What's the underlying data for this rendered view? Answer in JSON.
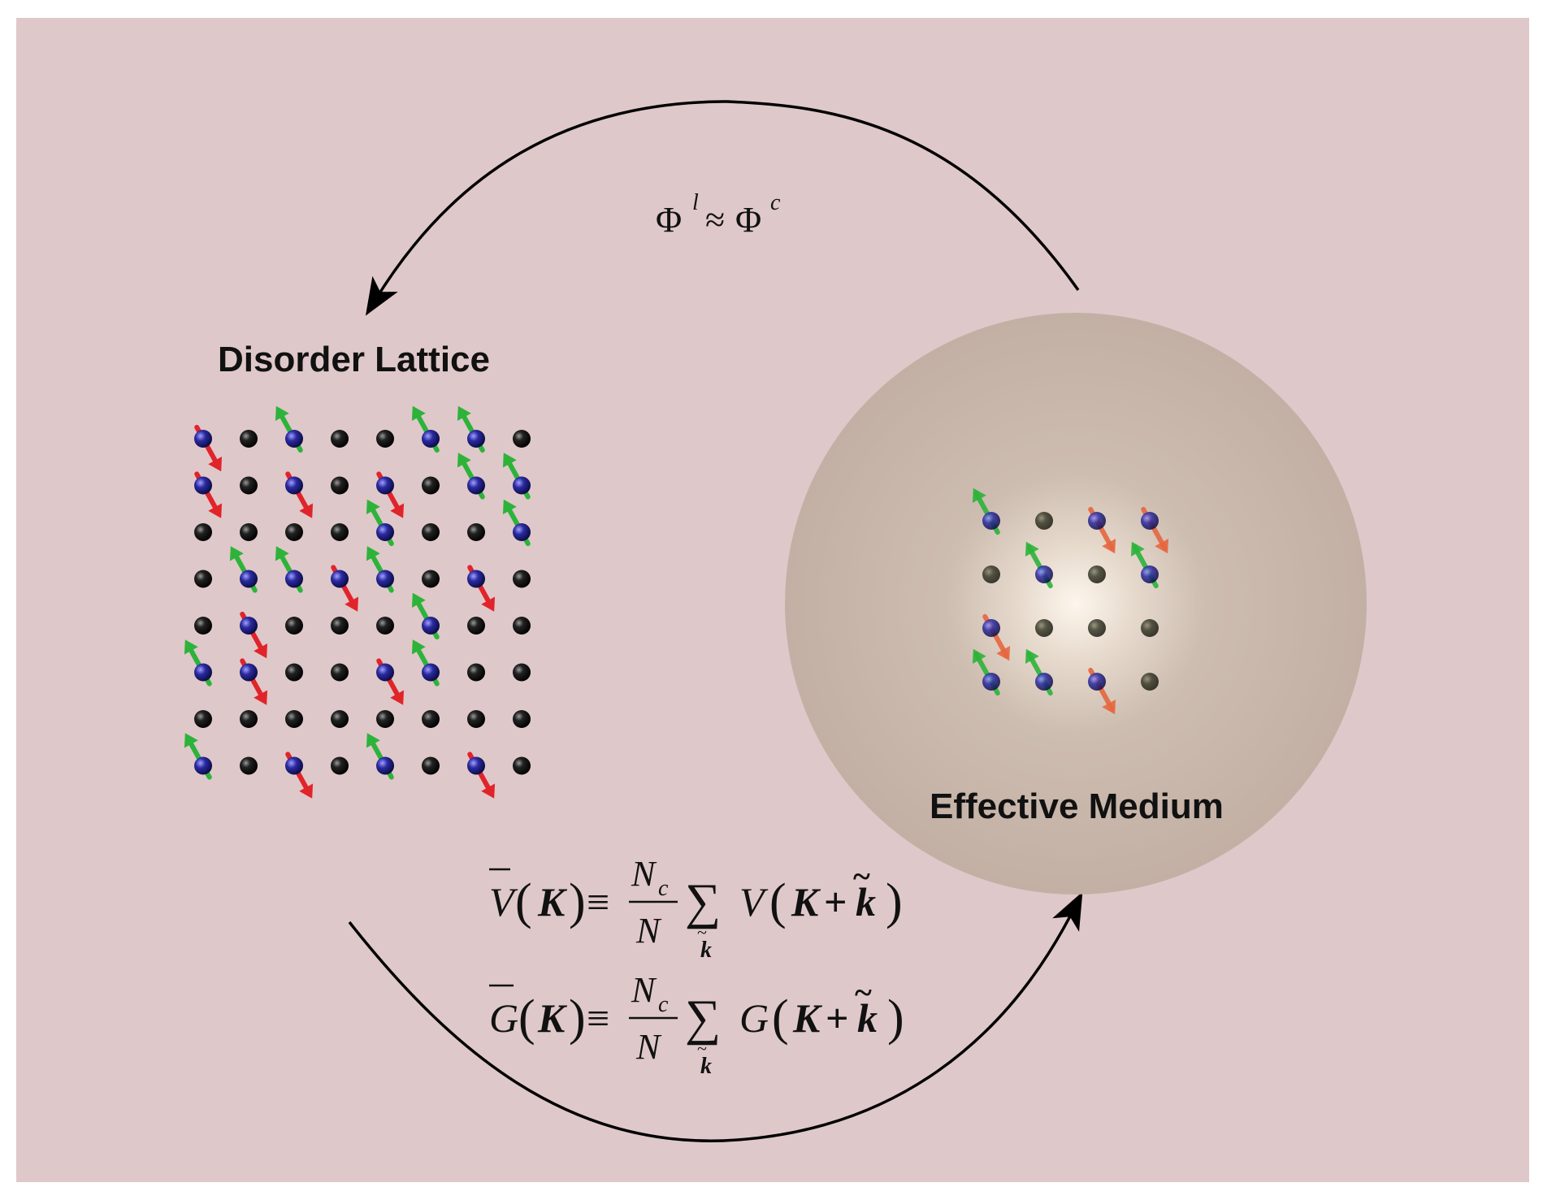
{
  "labels": {
    "disorder_lattice": "Disorder Lattice",
    "effective_medium": "Effective Medium"
  },
  "equations": {
    "phi_top": {
      "phi": "Φ",
      "sup_left": "l",
      "approx": "≈",
      "sup_right": "c"
    },
    "eq1": {
      "lhs": "V",
      "arg": "K",
      "equiv": "≡",
      "num": "N",
      "num_sub": "c",
      "den": "N",
      "sum": "∑",
      "sum_index": "k",
      "rhs": "V",
      "plus": "+",
      "k": "k"
    },
    "eq2": {
      "lhs": "G",
      "arg": "K",
      "equiv": "≡",
      "num": "N",
      "num_sub": "c",
      "den": "N",
      "sum": "∑",
      "sum_index": "k",
      "rhs": "G",
      "plus": "+",
      "k": "k"
    }
  },
  "colors": {
    "background": "#dfc8c9",
    "sphere": "#c6b4a8",
    "sphere_glow": "#fbf3ea",
    "atom_black": "#111111",
    "atom_blue": "#2a2a9a",
    "spin_green": "#2db33a",
    "spin_red": "#e0242a",
    "spin_orange": "#e5673f"
  },
  "lattice": {
    "rows": [
      "RBGBBGGB",
      "RBRBRBGG",
      "BBBBGBBG",
      "BGGRGBRB",
      "BRBBBGBB",
      "GRBBRGBB",
      "BBBBBBBB",
      "GBRBGBRB"
    ],
    "legend_codes": {
      "B": "atom",
      "G": "spin-up-atom",
      "R": "spin-down-atom"
    }
  },
  "medium_lattice": {
    "rows": [
      "G.RR",
      ".GDG",
      "R...",
      "GGR."
    ],
    "legend_codes": {
      ".": "atom",
      "D": "atom",
      "G": "spin-up-atom",
      "R": "spin-down-atom"
    }
  }
}
